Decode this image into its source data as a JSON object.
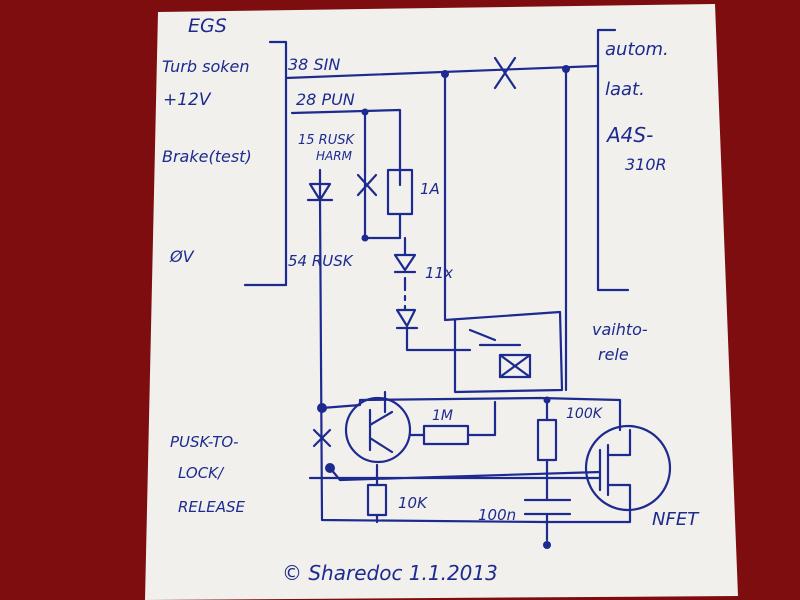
{
  "background": {
    "color": "#8a0f12",
    "paper": "#f1f0ec",
    "ink": "#1d2a8f"
  },
  "labels": {
    "egs": "EGS",
    "turbo": "Turb soken",
    "pin38": "38 SIN",
    "plus12": "+12V",
    "pin28": "28 PUN",
    "pin15a": "15 RUSK",
    "pin15b": "HARM",
    "brake": "Brake(test)",
    "gnd": "ØV",
    "pin54": "54 RUSK",
    "fuse": "1A",
    "diodes": "11x",
    "auto1": "autom.",
    "auto2": "laat.",
    "model1": "A4S-",
    "model2": "310R",
    "relay1": "vaihto-",
    "relay2": "rele",
    "r1m": "1M",
    "r100k": "100K",
    "r10k": "10K",
    "c100n": "100n",
    "push1": "PUSK-TO-",
    "push2": "LOCK/",
    "push3": "RELEASE",
    "nfet": "NFET",
    "footer": "© Sharedoc   1.1.2013"
  }
}
